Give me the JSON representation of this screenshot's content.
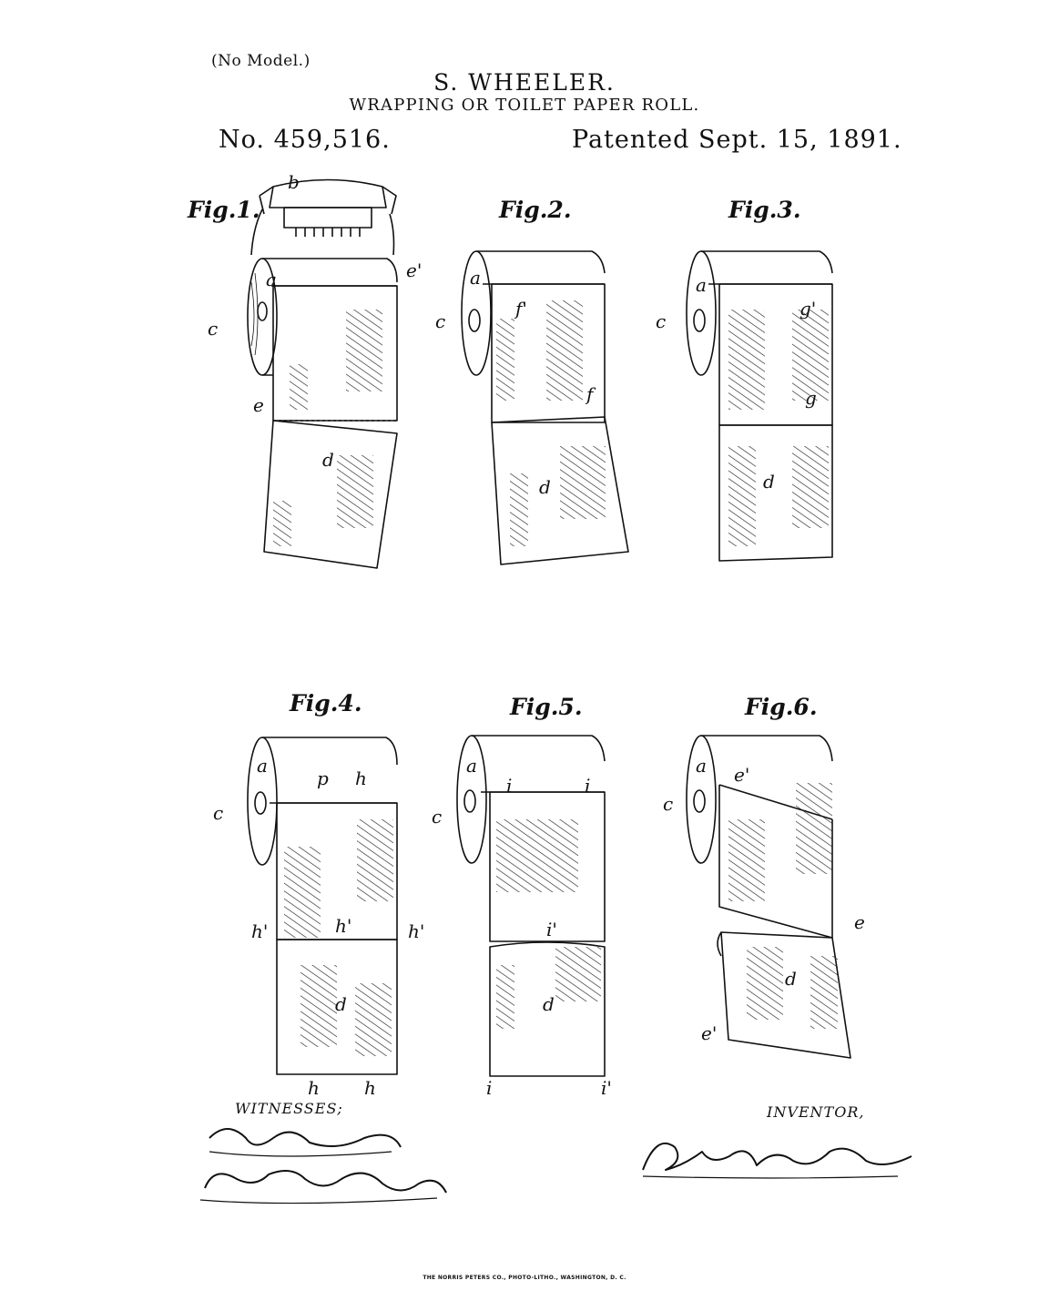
{
  "header": {
    "no_model": "(No Model.)",
    "inventor_name": "S. WHEELER.",
    "title": "WRAPPING OR TOILET PAPER ROLL.",
    "patent_number": "No. 459,516.",
    "patent_date": "Patented Sept. 15, 1891."
  },
  "figures": [
    {
      "label": "Fig.1.",
      "letters": [
        "b",
        "a",
        "c",
        "e'",
        "e",
        "d"
      ]
    },
    {
      "label": "Fig.2.",
      "letters": [
        "a",
        "c",
        "f'",
        "f",
        "d"
      ]
    },
    {
      "label": "Fig.3.",
      "letters": [
        "a",
        "c",
        "g'",
        "g",
        "d"
      ]
    },
    {
      "label": "Fig.4.",
      "letters": [
        "a",
        "c",
        "p",
        "h",
        "h'",
        "h'",
        "h'",
        "d",
        "h",
        "h"
      ]
    },
    {
      "label": "Fig.5.",
      "letters": [
        "a",
        "c",
        "i",
        "i",
        "i'",
        "d",
        "i",
        "i'"
      ]
    },
    {
      "label": "Fig.6.",
      "letters": [
        "a",
        "c",
        "e'",
        "e",
        "d",
        "e'"
      ]
    }
  ],
  "signatures": {
    "witnesses_label": "WITNESSES;",
    "inventor_label": "INVENTOR,"
  },
  "footer": "THE NORRIS PETERS CO., PHOTO-LITHO., WASHINGTON, D. C."
}
